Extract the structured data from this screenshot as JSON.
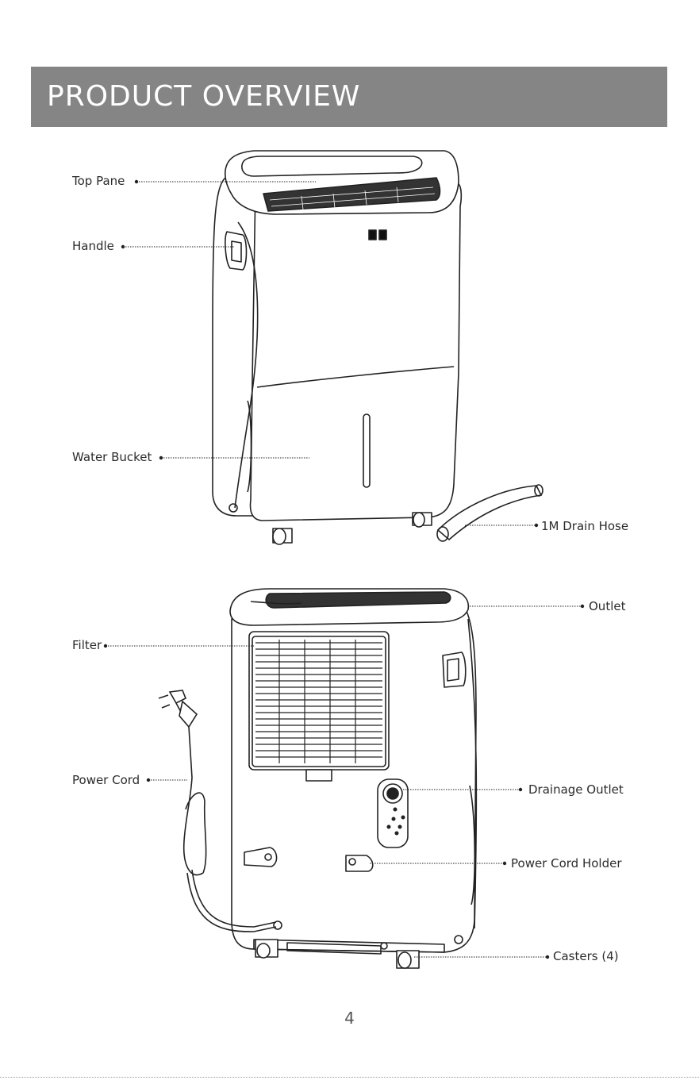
{
  "header": {
    "title": "PRODUCT OVERVIEW"
  },
  "front_view": {
    "labels": {
      "top_pane": "Top Pane",
      "handle": "Handle",
      "water_bucket": "Water Bucket",
      "drain_hose": "1M Drain Hose"
    }
  },
  "back_view": {
    "labels": {
      "outlet": "Outlet",
      "filter": "Filter",
      "power_cord": "Power Cord",
      "drainage_outlet": "Drainage Outlet",
      "power_cord_holder": "Power Cord Holder",
      "casters": "Casters (4)"
    }
  },
  "footer": {
    "page_number": "4"
  },
  "colors": {
    "header_bg": "#858585",
    "header_text": "#ffffff",
    "line": "#222222"
  }
}
